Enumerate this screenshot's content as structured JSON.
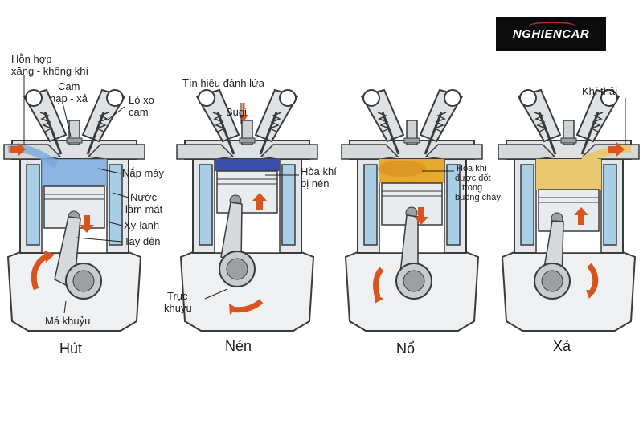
{
  "logo": {
    "text": "NGHIENCAR",
    "brand_color": "#c0272d"
  },
  "colors": {
    "coolant": "#a9cfe6",
    "intake_mixture": "#7aa8dc",
    "compressed_mixture": "#3b4fa8",
    "burning_mixture": "#e6a92e",
    "exhaust_gas": "#e8c870",
    "arrow": "#d9531e",
    "engine_gray": "#cfd3d6"
  },
  "labels": {
    "intake_mixture": [
      "Hỗn hợp",
      "xăng - không khí"
    ],
    "camshaft": [
      "Cam",
      "nạp - xả"
    ],
    "valve_spring": [
      "Lò xo",
      "cam"
    ],
    "cylinder_head": "Nắp máy",
    "coolant": [
      "Nước",
      "làm mát"
    ],
    "cylinder": "Xy-lanh",
    "connecting_rod": "Tay dên",
    "crank_web": "Má khuỷu",
    "spark_signal": "Tín hiệu đánh lửa",
    "spark_plug": "Bugi",
    "compressed_mixture": [
      "Hòa khí",
      "bị nén"
    ],
    "crankshaft": [
      "Trục",
      "khuỷu"
    ],
    "burning_mixture": [
      "Hòa khí",
      "được đốt",
      "trong",
      "buồng cháy"
    ],
    "exhaust": "Khí thải"
  },
  "stages": [
    "Hút",
    "Nén",
    "Nổ",
    "Xả"
  ]
}
